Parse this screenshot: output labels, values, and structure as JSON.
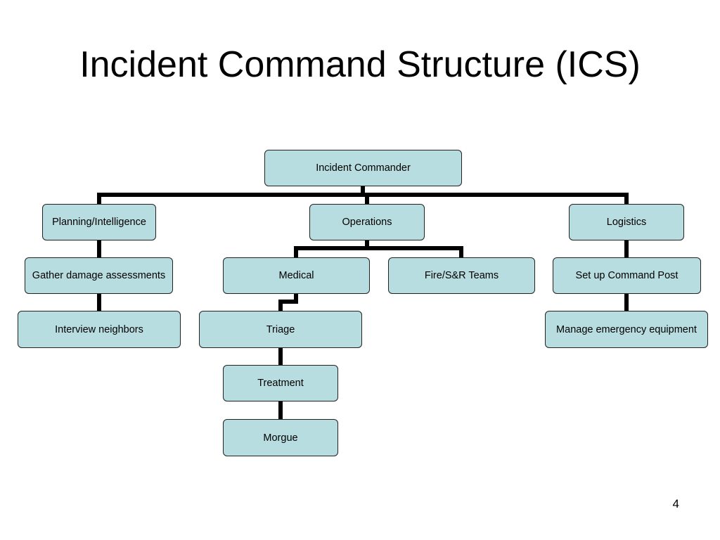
{
  "slide": {
    "title": "Incident Command Structure (ICS)",
    "page_number": "4"
  },
  "colors": {
    "node_fill": "#b8dde0",
    "node_border": "#222222",
    "connector": "#000000"
  },
  "org_chart": {
    "root": "Incident Commander",
    "sections": {
      "planning": {
        "label": "Planning/Intelligence",
        "tasks": [
          "Gather damage assessments",
          "Interview neighbors"
        ]
      },
      "operations": {
        "label": "Operations",
        "medical": {
          "label": "Medical",
          "chain": [
            "Triage",
            "Treatment",
            "Morgue"
          ]
        },
        "fire_sr": "Fire/S&R Teams"
      },
      "logistics": {
        "label": "Logistics",
        "tasks": [
          "Set up Command Post",
          "Manage emergency equipment"
        ]
      }
    }
  }
}
